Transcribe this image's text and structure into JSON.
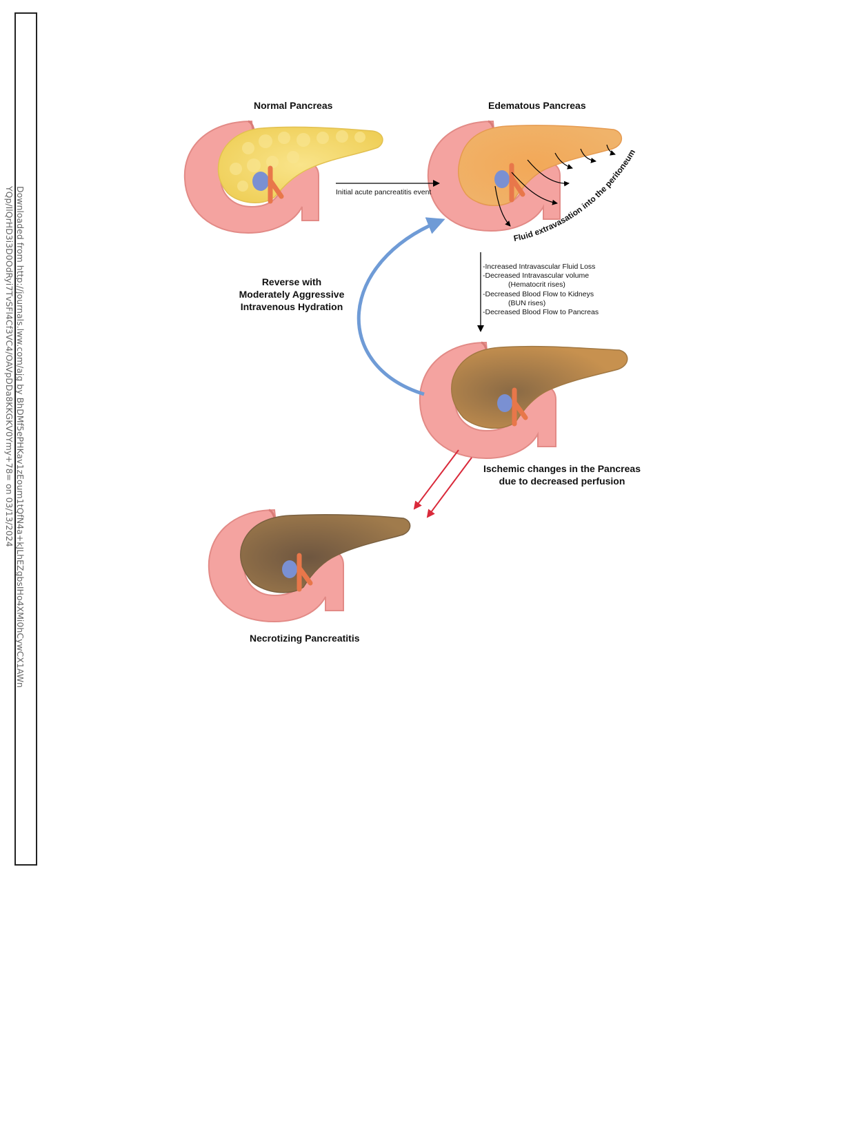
{
  "sidebar_text": {
    "line1": "Downloaded from http://journals.lww.com/ajg by BhDMf5ePHKav1zEoum1tQfN4a+kJLhEZgbsIHo4XMi0hCywCX1AWn",
    "line2": "YQp/IlQrHD3i3D0OdRyi7TvSFl4Cf3VC4/OAVpDDa8KKGKV0Ymy+78= on 03/13/2024"
  },
  "labels": {
    "normal": "Normal Pancreas",
    "edematous": "Edematous Pancreas",
    "initial_event": "Initial acute pancreatitis event",
    "fluid_extravasation": "Fluid extravasation into the peritoneum",
    "reverse_line1": "Reverse with",
    "reverse_line2": "Moderately Aggressive",
    "reverse_line3": "Intravenous Hydration",
    "ischemic_line1": "Ischemic changes in the Pancreas",
    "ischemic_line2": "due to decreased perfusion",
    "necrotizing": "Necrotizing Pancreatitis"
  },
  "consequences": [
    "-Increased Intravascular Fluid Loss",
    "-Decreased Intravascular volume",
    "(Hematocrit rises)",
    "-Decreased Blood Flow to Kidneys",
    "(BUN rises)",
    "-Decreased Blood Flow to Pancreas"
  ],
  "colors": {
    "duodenum": "#f4a3a0",
    "normal_tissue": "#f6df79",
    "edematous_tissue": "#f0a04b",
    "ischemic_tissue": "#b7884a",
    "necrotic_tissue": "#8a6a45",
    "vein": "#7a90d2",
    "artery": "#e8774a",
    "reverse_arrow": "#6f9bd6",
    "progression_arrow": "#d9293a"
  }
}
